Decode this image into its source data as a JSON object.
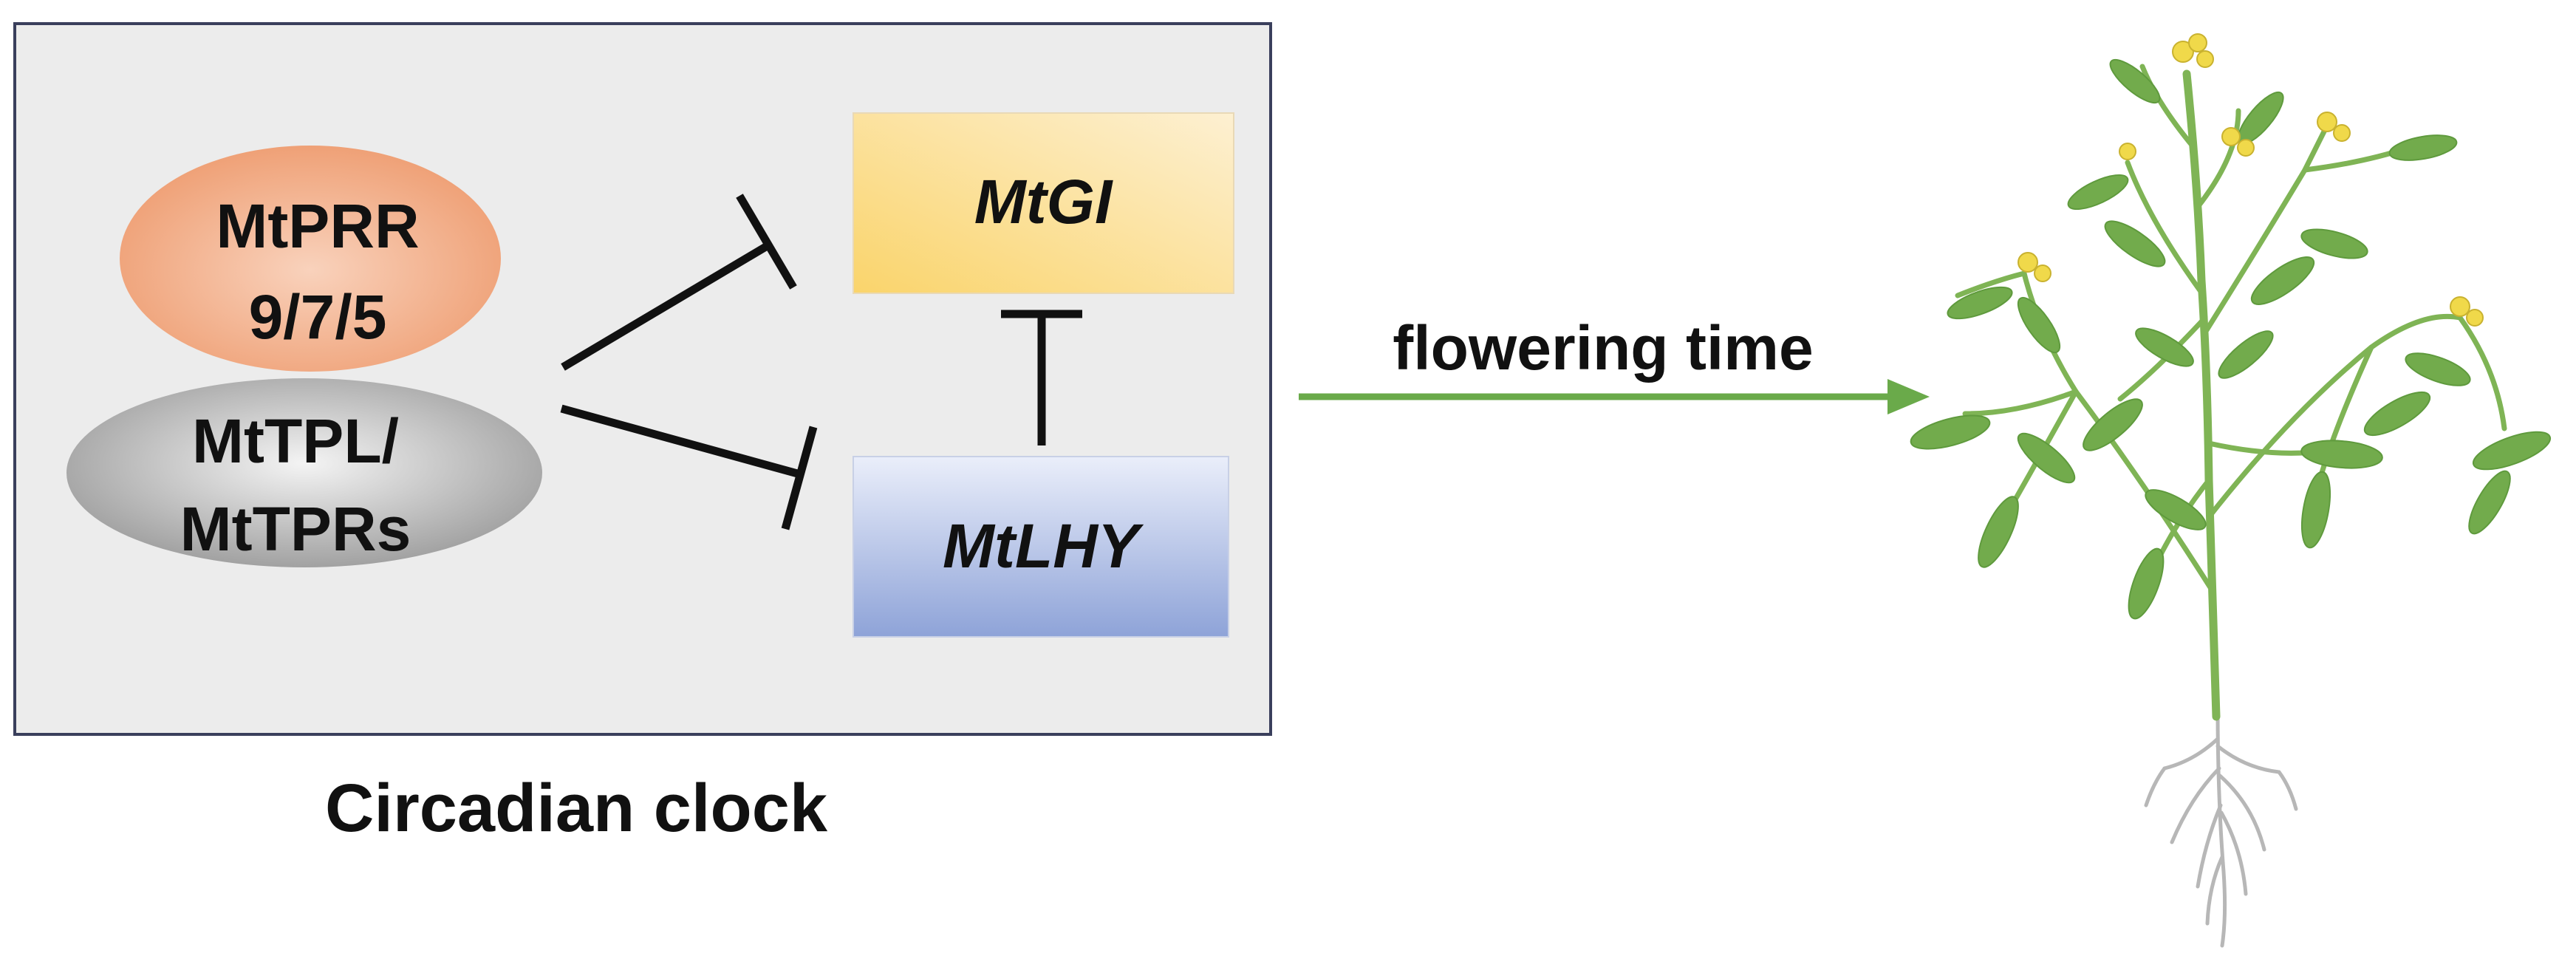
{
  "clock_box": {
    "caption": "Circadian clock",
    "bg_color": "#ececec",
    "border_color": "#3a3f5c"
  },
  "complex": {
    "prr_line1": "MtPRR",
    "prr_line2": "9/7/5",
    "prr_color": "#f2a47c",
    "tpl_line1": "MtTPL/",
    "tpl_line2": "MtTPRs",
    "tpl_color": "#a9a9a9"
  },
  "genes": {
    "gi": {
      "label": "MtGI",
      "color": "#fbd77a"
    },
    "lhy": {
      "label": "MtLHY",
      "color": "#8ea3d8"
    }
  },
  "output": {
    "arrow_label": "flowering time",
    "arrow_color": "#6aaa4a",
    "plant_icon": "medicago-plant-icon"
  }
}
